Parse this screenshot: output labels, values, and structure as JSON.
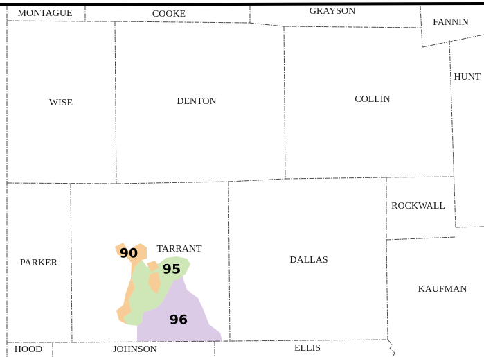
{
  "map": {
    "colors": {
      "background": "#ffffff",
      "county_border": "#4a4a4a",
      "top_border": "#000000",
      "district_90": "#f8cc96",
      "district_95": "#cfe6b6",
      "district_96": "#dccbe6"
    },
    "counties": {
      "montague": "MONTAGUE",
      "cooke": "COOKE",
      "grayson": "GRAYSON",
      "fannin": "FANNIN",
      "wise": "WISE",
      "denton": "DENTON",
      "collin": "COLLIN",
      "hunt": "HUNT",
      "parker": "PARKER",
      "tarrant": "TARRANT",
      "dallas": "DALLAS",
      "rockwall": "ROCKWALL",
      "kaufman": "KAUFMAN",
      "hood": "HOOD",
      "johnson": "JOHNSON",
      "ellis": "ELLIS"
    },
    "districts": {
      "d90": "90",
      "d95": "95",
      "d96": "96"
    }
  }
}
